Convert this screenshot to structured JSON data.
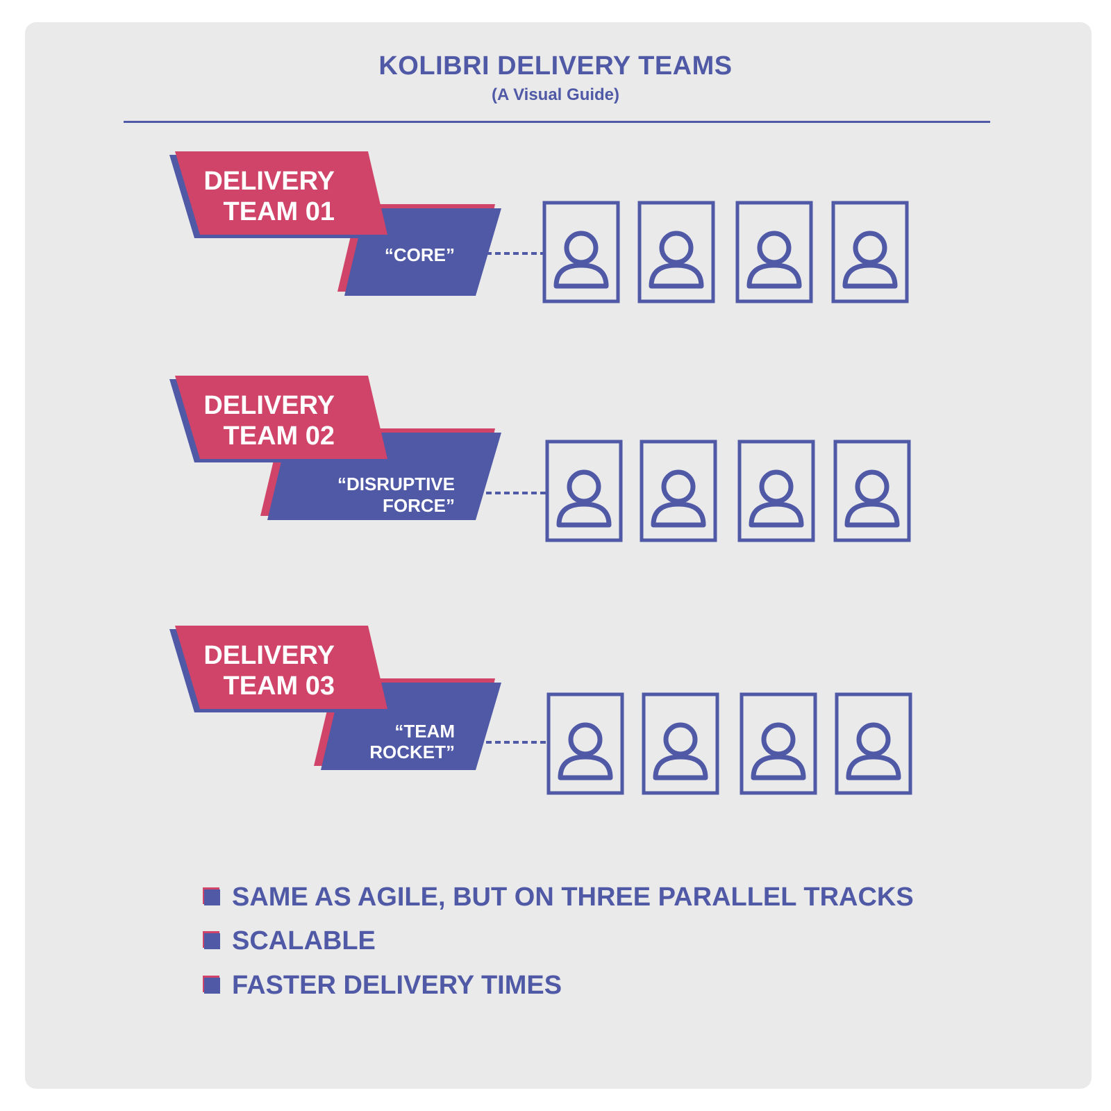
{
  "header": {
    "title": "KOLIBRI DELIVERY TEAMS",
    "subtitle": "(A Visual Guide)"
  },
  "colors": {
    "background": "#eaeaea",
    "primary": "#4f59a6",
    "accent": "#cf4468",
    "label_text": "#ffffff"
  },
  "teams": [
    {
      "label_line1": "DELIVERY",
      "label_line2": "TEAM 01",
      "nickname_lines": [
        "“CORE”"
      ],
      "member_count": 4,
      "member_icon": "person-icon"
    },
    {
      "label_line1": "DELIVERY",
      "label_line2": "TEAM 02",
      "nickname_lines": [
        "“DISRUPTIVE",
        "FORCE”"
      ],
      "member_count": 4,
      "member_icon": "person-icon"
    },
    {
      "label_line1": "DELIVERY",
      "label_line2": "TEAM 03",
      "nickname_lines": [
        "“TEAM",
        "ROCKET”"
      ],
      "member_count": 4,
      "member_icon": "person-icon"
    }
  ],
  "features": [
    "SAME AS AGILE, BUT ON THREE PARALLEL TRACKS",
    "SCALABLE",
    "FASTER DELIVERY TIMES"
  ]
}
